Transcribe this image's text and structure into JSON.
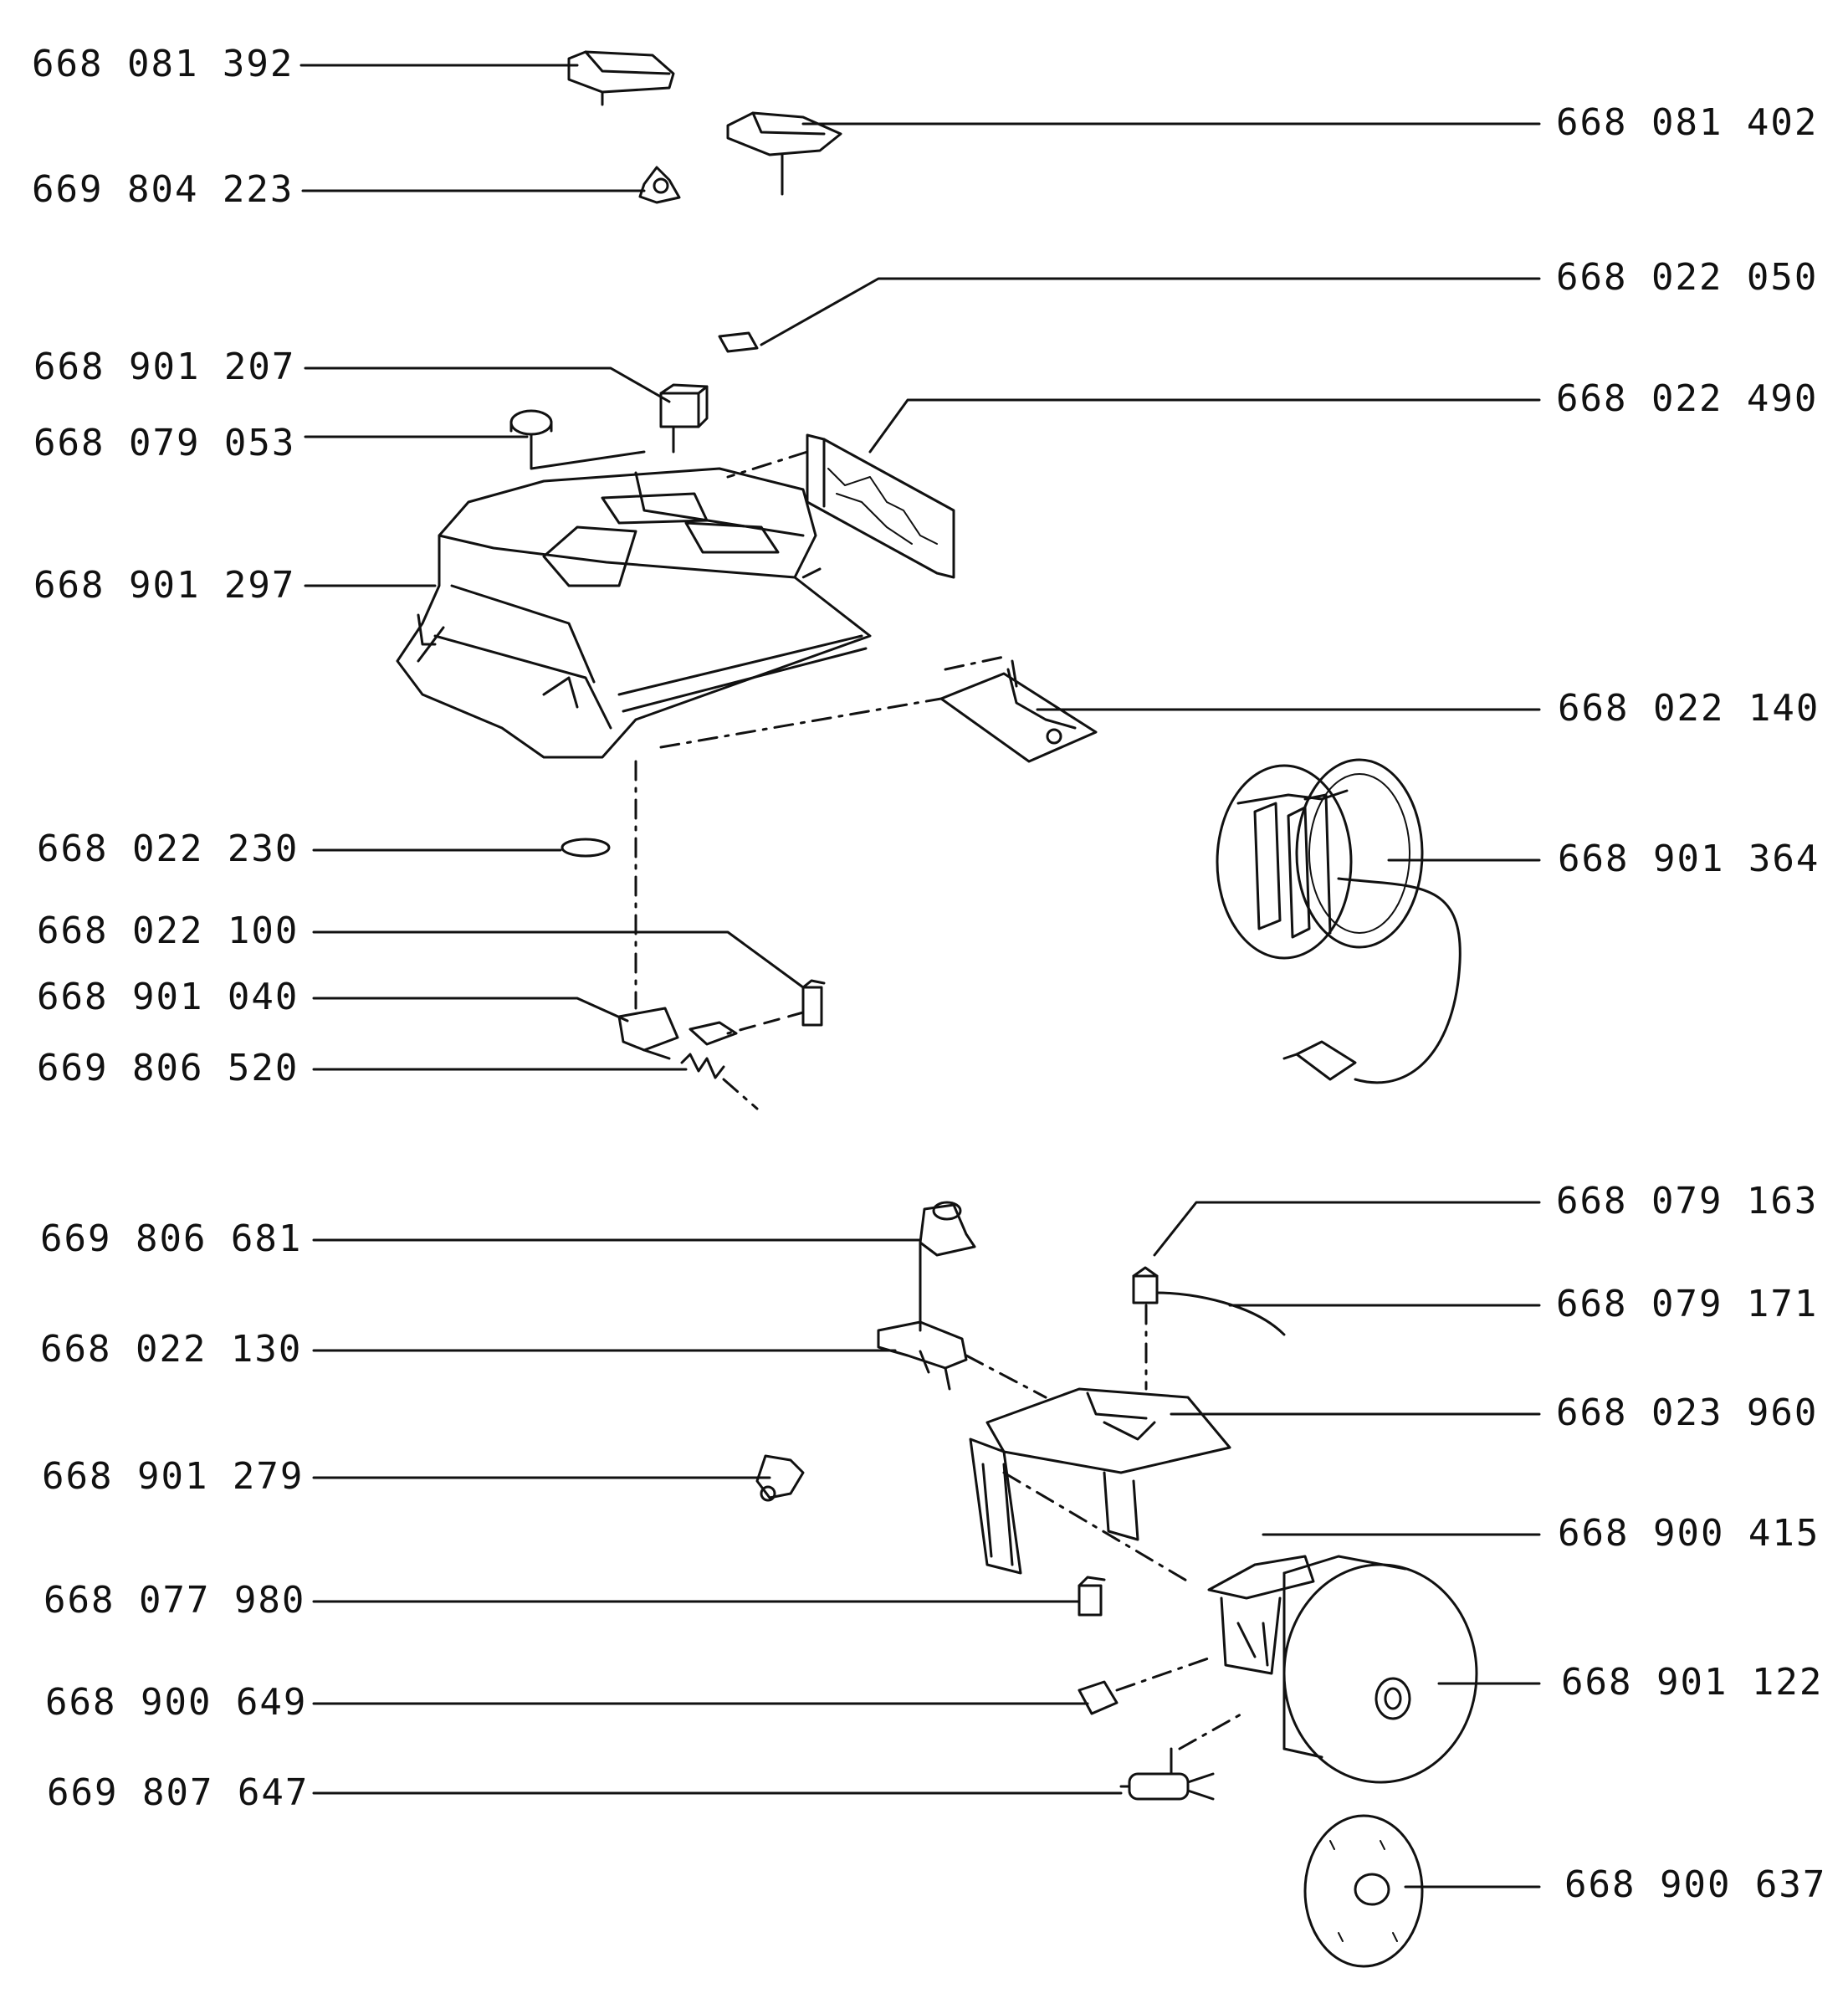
{
  "colors": {
    "ink": "#111111",
    "paper": "#ffffff"
  },
  "parts": [
    {
      "id": "p1",
      "number": "668 081 392"
    },
    {
      "id": "p2",
      "number": "668 081 402"
    },
    {
      "id": "p3",
      "number": "669 804 223"
    },
    {
      "id": "p4",
      "number": "668 022 050"
    },
    {
      "id": "p5",
      "number": "668 901 207"
    },
    {
      "id": "p6",
      "number": "668 022 490"
    },
    {
      "id": "p7",
      "number": "668 079 053"
    },
    {
      "id": "p8",
      "number": "668 901 297"
    },
    {
      "id": "p9",
      "number": "668 022 140"
    },
    {
      "id": "p10",
      "number": "668 901 364"
    },
    {
      "id": "p11",
      "number": "668 022 230"
    },
    {
      "id": "p12",
      "number": "668 022 100"
    },
    {
      "id": "p13",
      "number": "668 901 040"
    },
    {
      "id": "p14",
      "number": "669 806 520"
    },
    {
      "id": "p15",
      "number": "668 079 163"
    },
    {
      "id": "p16",
      "number": "669 806 681"
    },
    {
      "id": "p17",
      "number": "668 079 171"
    },
    {
      "id": "p18",
      "number": "668 022 130"
    },
    {
      "id": "p19",
      "number": "668 023 960"
    },
    {
      "id": "p20",
      "number": "668 901 279"
    },
    {
      "id": "p21",
      "number": "668 900 415"
    },
    {
      "id": "p22",
      "number": "668 077 980"
    },
    {
      "id": "p23",
      "number": "668 901 122"
    },
    {
      "id": "p24",
      "number": "668 900 649"
    },
    {
      "id": "p25",
      "number": "669 807 647"
    },
    {
      "id": "p26",
      "number": "668 900 637"
    }
  ]
}
